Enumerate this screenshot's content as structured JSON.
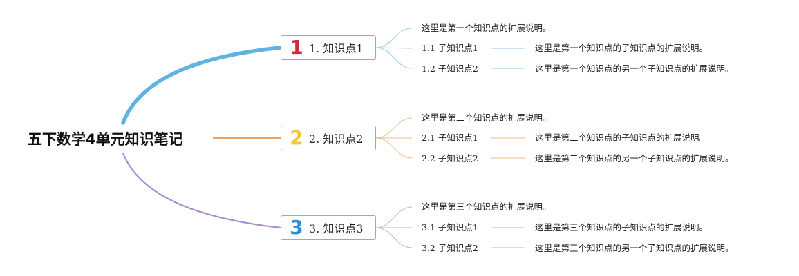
{
  "root": {
    "title": "五下数学4单元知识笔记"
  },
  "colors": {
    "branch1": "#5fb3e0",
    "branch2": "#f0a060",
    "branch3": "#a98ad6",
    "num1": "#d6283a",
    "num2": "#f3c53f",
    "num3": "#2c8fd6",
    "box_border": "#8fb3a6"
  },
  "branches": [
    {
      "number": "1",
      "label": "1. 知识点1",
      "explain": "这里是第一个知识点的扩展说明。",
      "subs": [
        {
          "label": "1.1 子知识点1",
          "note": "这里是第一个知识点的子知识点的扩展说明。"
        },
        {
          "label": "1.2 子知识点2",
          "note": "这里是第一个知识点的另一个子知识点的扩展说明。"
        }
      ]
    },
    {
      "number": "2",
      "label": "2. 知识点2",
      "explain": "这里是第二个知识点的扩展说明。",
      "subs": [
        {
          "label": "2.1 子知识点1",
          "note": "这里是第二个知识点的子知识点的扩展说明。"
        },
        {
          "label": "2.2 子知识点2",
          "note": "这里是第二个知识点的另一个子知识点的扩展说明。"
        }
      ]
    },
    {
      "number": "3",
      "label": "3. 知识点3",
      "explain": "这里是第三个知识点的扩展说明。",
      "subs": [
        {
          "label": "3.1 子知识点1",
          "note": "这里是第三个知识点的子知识点的扩展说明。"
        },
        {
          "label": "3.2 子知识点2",
          "note": "这里是第三个知识点的另一个子知识点的扩展说明。"
        }
      ]
    }
  ]
}
